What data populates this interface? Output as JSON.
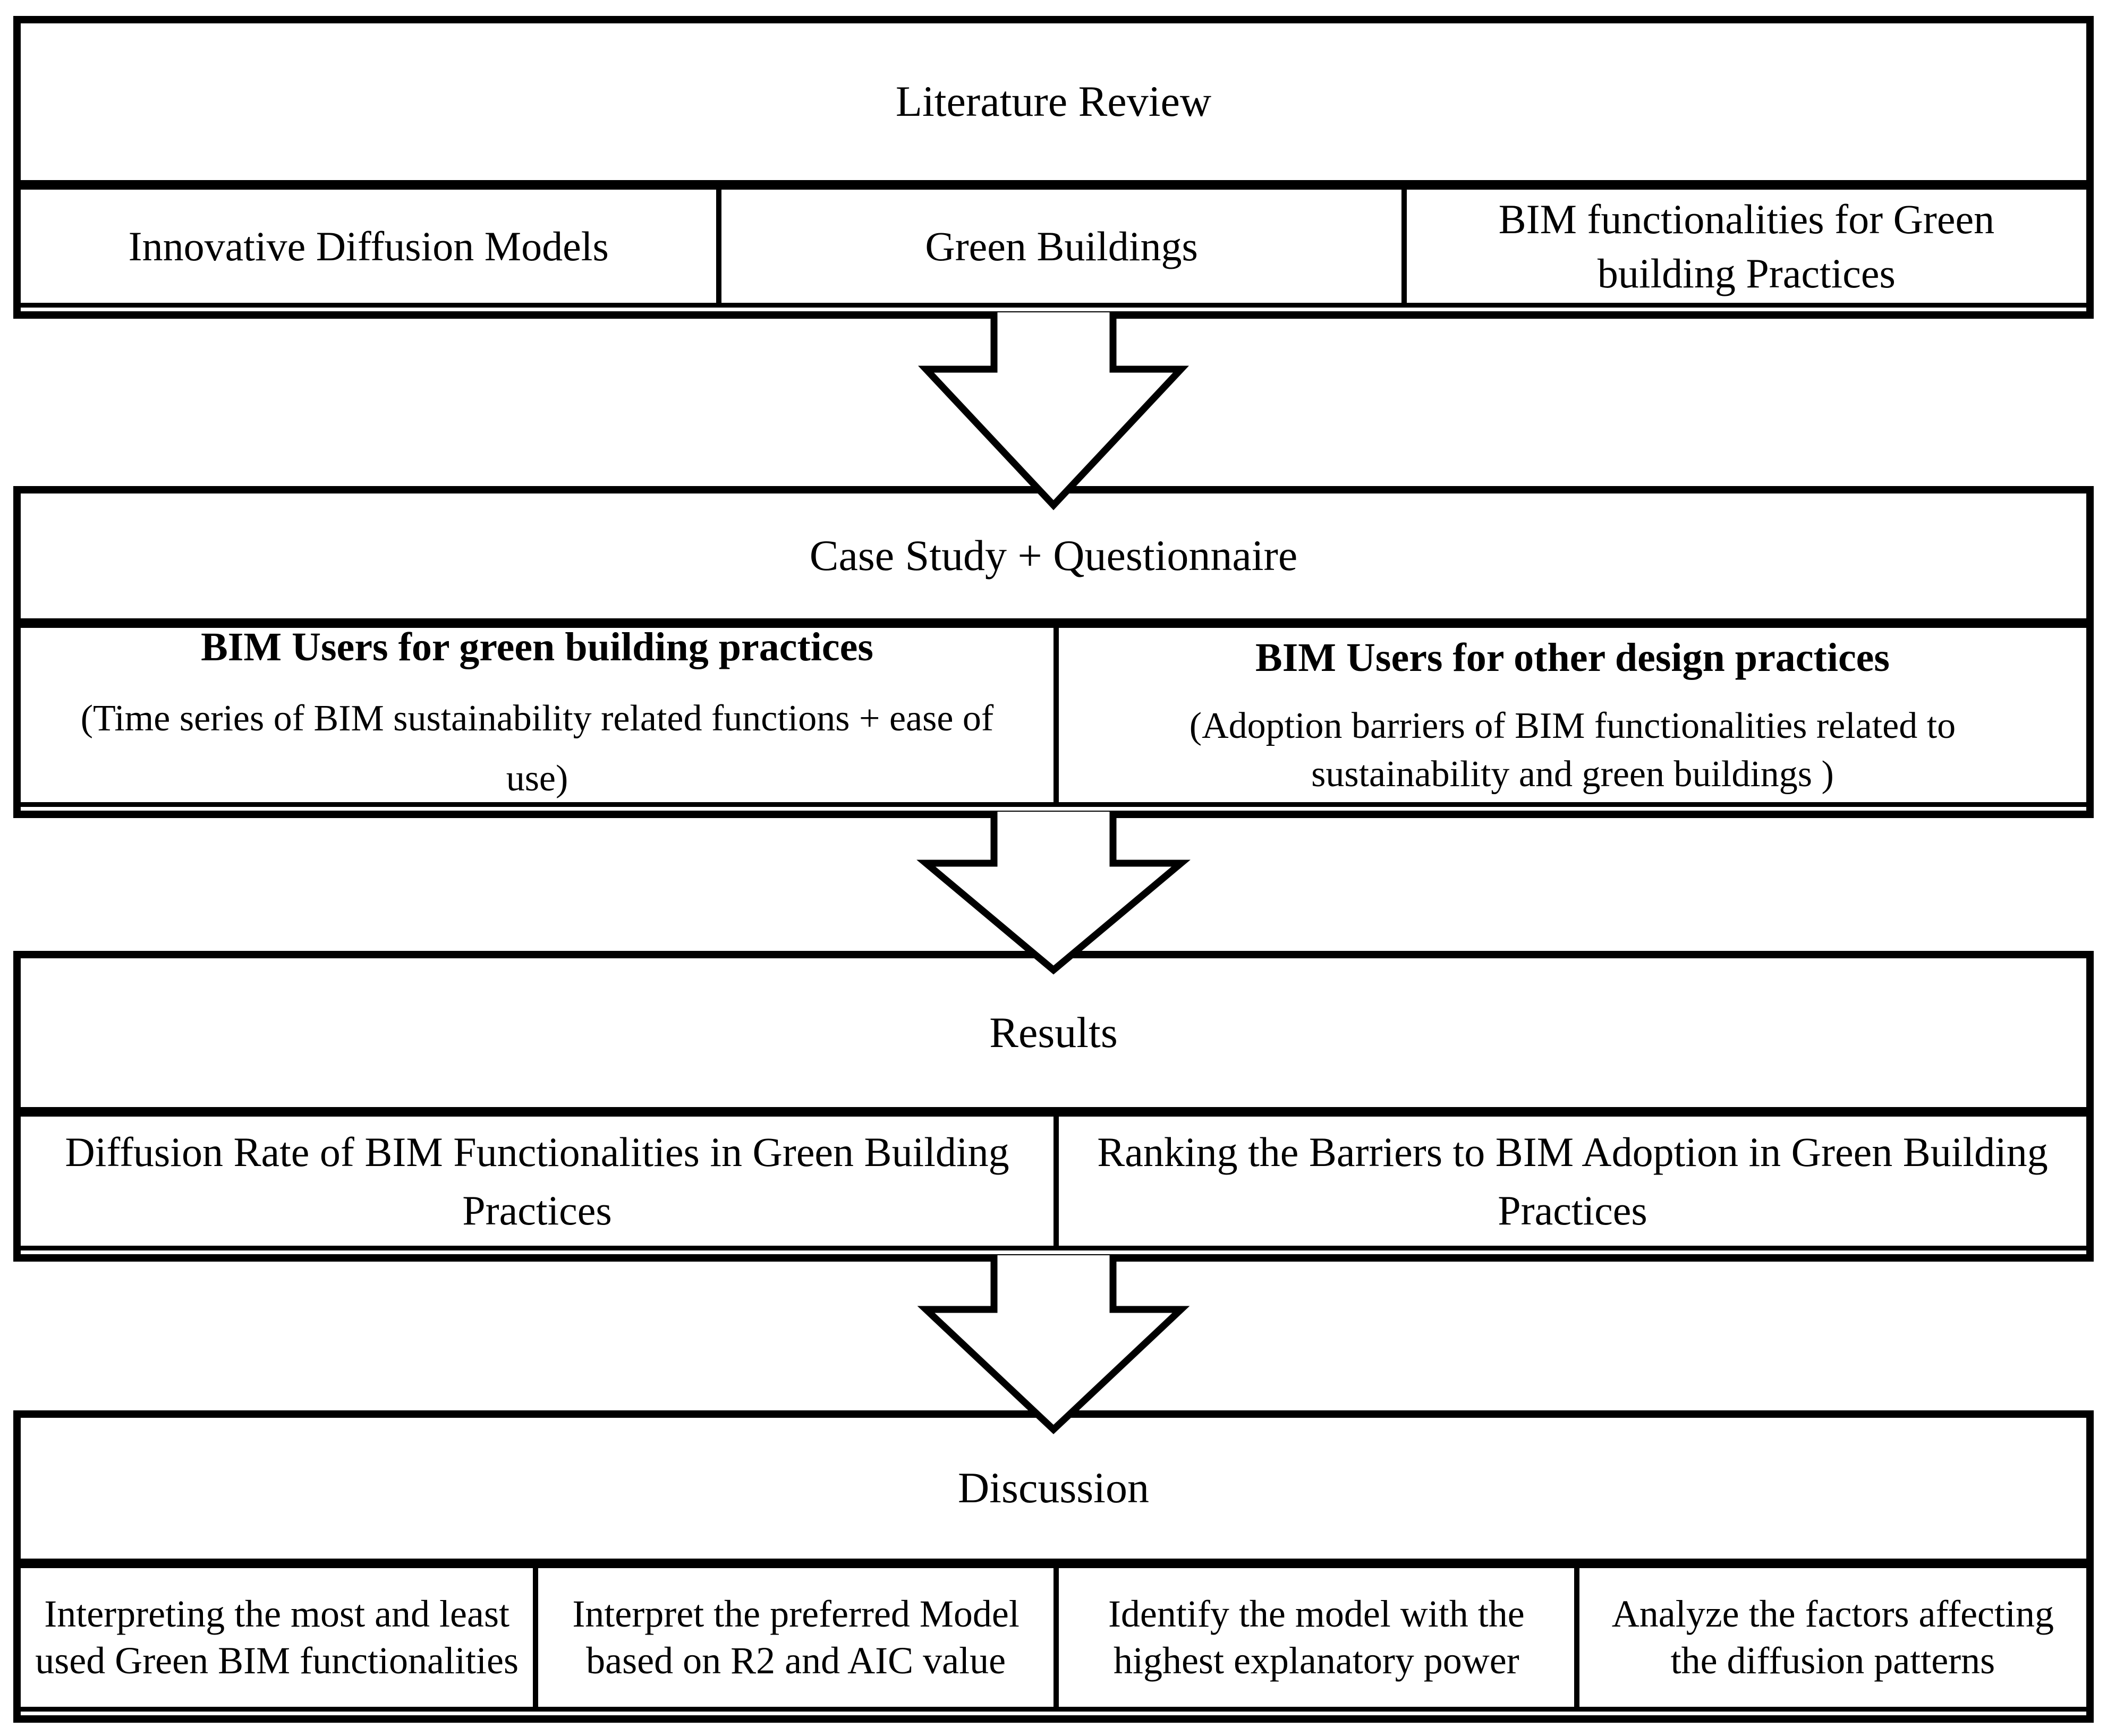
{
  "diagram": {
    "colors": {
      "border": "#000000",
      "background": "#ffffff",
      "text": "#000000"
    },
    "arrow_icon": "down-arrow",
    "sections": [
      {
        "title": "Literature Review",
        "cells": [
          {
            "title": "Innovative Diffusion Models"
          },
          {
            "title": "Green Buildings"
          },
          {
            "title": "BIM functionalities for Green building Practices"
          }
        ]
      },
      {
        "title": "Case Study + Questionnaire",
        "cells": [
          {
            "title": "BIM Users for green building practices",
            "subtitle": "(Time series of BIM sustainability related functions + ease of use)"
          },
          {
            "title": "BIM Users for other design practices",
            "subtitle": "(Adoption barriers of BIM functionalities related to sustainability and green buildings )"
          }
        ]
      },
      {
        "title": "Results",
        "cells": [
          {
            "title": "Diffusion Rate of BIM Functionalities in Green Building Practices"
          },
          {
            "title": "Ranking the Barriers to BIM Adoption in Green Building Practices"
          }
        ]
      },
      {
        "title": "Discussion",
        "cells": [
          {
            "title": "Interpreting the most and least used Green BIM functionalities"
          },
          {
            "title": "Interpret the preferred Model based on R2 and AIC value"
          },
          {
            "title": "Identify the model with the highest explanatory power"
          },
          {
            "title": "Analyze the factors affecting the diffusion patterns"
          }
        ]
      }
    ]
  }
}
